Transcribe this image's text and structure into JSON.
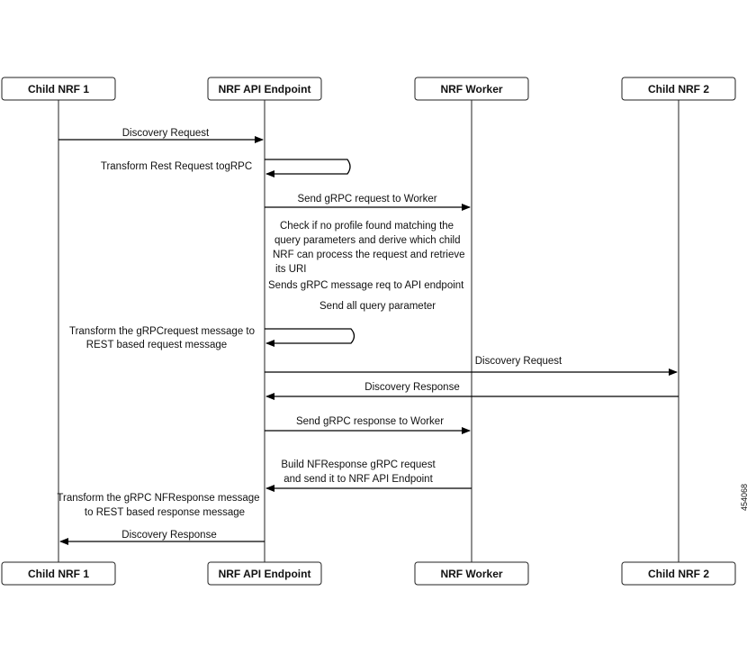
{
  "participants": {
    "child_nrf_1": "Child NRF 1",
    "nrf_api_endpoint": "NRF API Endpoint",
    "nrf_worker": "NRF Worker",
    "child_nrf_2": "Child NRF 2"
  },
  "messages": {
    "m1": "Discovery Request",
    "m2": "Transform Rest Request togRPC",
    "m3": "Send   gRPC  request to Worker",
    "m4_l1": "Check if no profile found matching the",
    "m4_l2": "query parameters and derive which child",
    "m4_l3": "NRF can process the request and retrieve",
    "m4_l4": "its URI",
    "m5": "Sends  gRPC  message req to API endpoint",
    "m6": "Send all query parameter",
    "m7_l1": "Transform the  gRPCrequest message to",
    "m7_l2": "REST based request message",
    "m8": "Discovery Request",
    "m9": "Discovery Response",
    "m10": "Send  gRPC response to Worker",
    "m11_l1": "Build  NFResponse  gRPC request",
    "m11_l2": "and send it to NRF API Endpoint",
    "m12_l1": "Transform the  gRPC  NFResponse message",
    "m12_l2": "to REST based response message",
    "m13": "Discovery Response"
  },
  "figure_id": "454068"
}
